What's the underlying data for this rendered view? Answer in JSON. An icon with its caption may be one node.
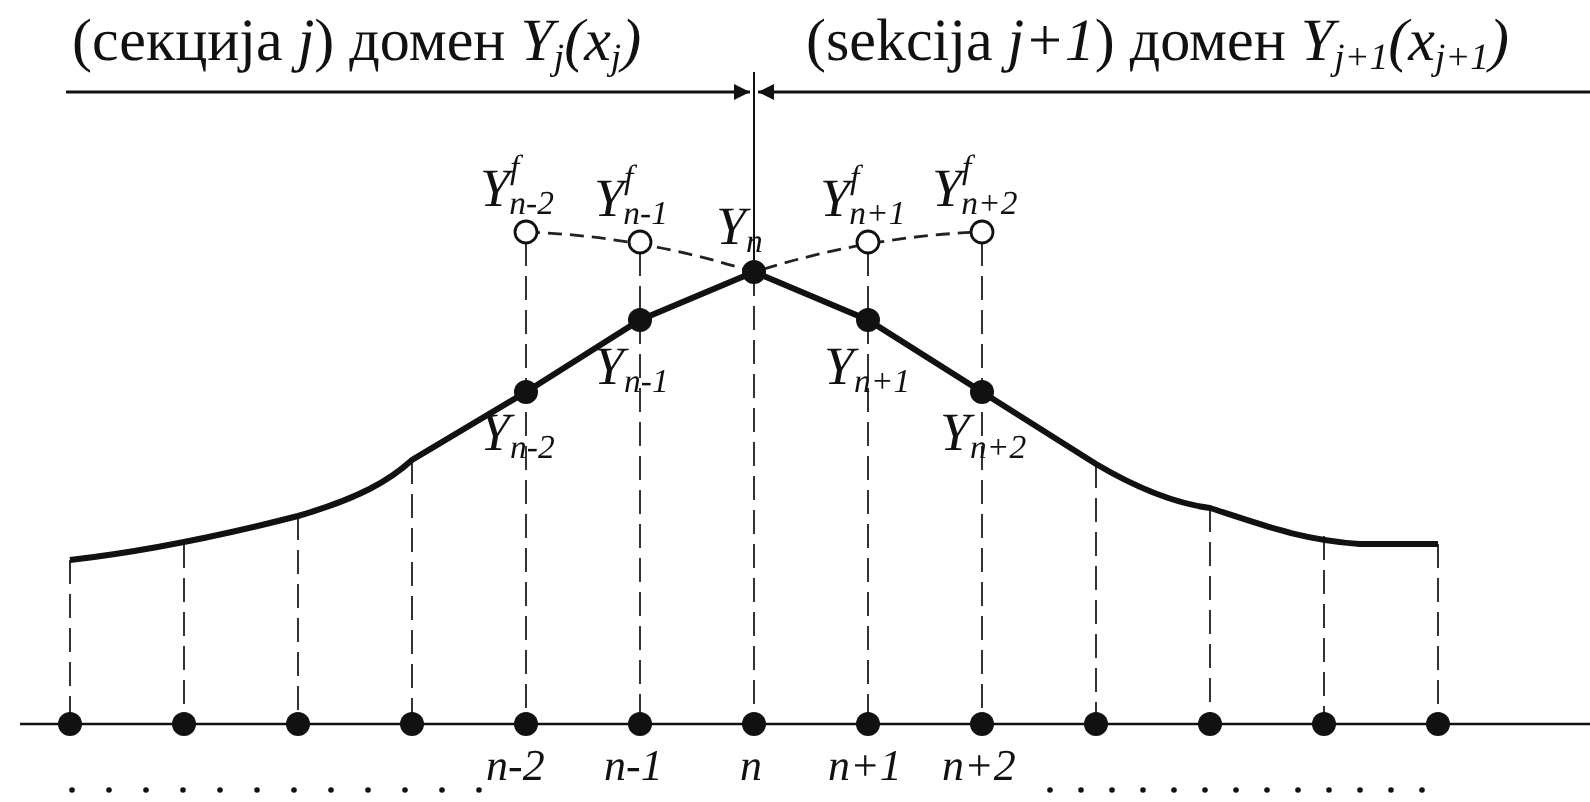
{
  "diagram": {
    "labels": [
      "(секција *j*) домен *Y*$_{j}$*(x*$_{j}$*)*",
      "(sekcija *j+1*) домен *Y*$_{j+1}$*(x*$_{j+1}$*)*",
      "*Y*$^{f}$$_{n-2}$",
      "*Y*$^{f}$$_{n-1}$",
      "*Y*$_{n}$",
      "*Y*$^{f}$$_{n+1}$",
      "*Y*$^{f}$$_{n+2}$",
      "*Y*$_{n-1}$",
      "*Y*$_{n+1}$",
      "*Y*$_{n-2}$",
      "*Y*$_{n+2}$",
      "*n-2*",
      "*n-1*",
      "*n*",
      "*n+1*",
      "*n+2*"
    ]
  }
}
